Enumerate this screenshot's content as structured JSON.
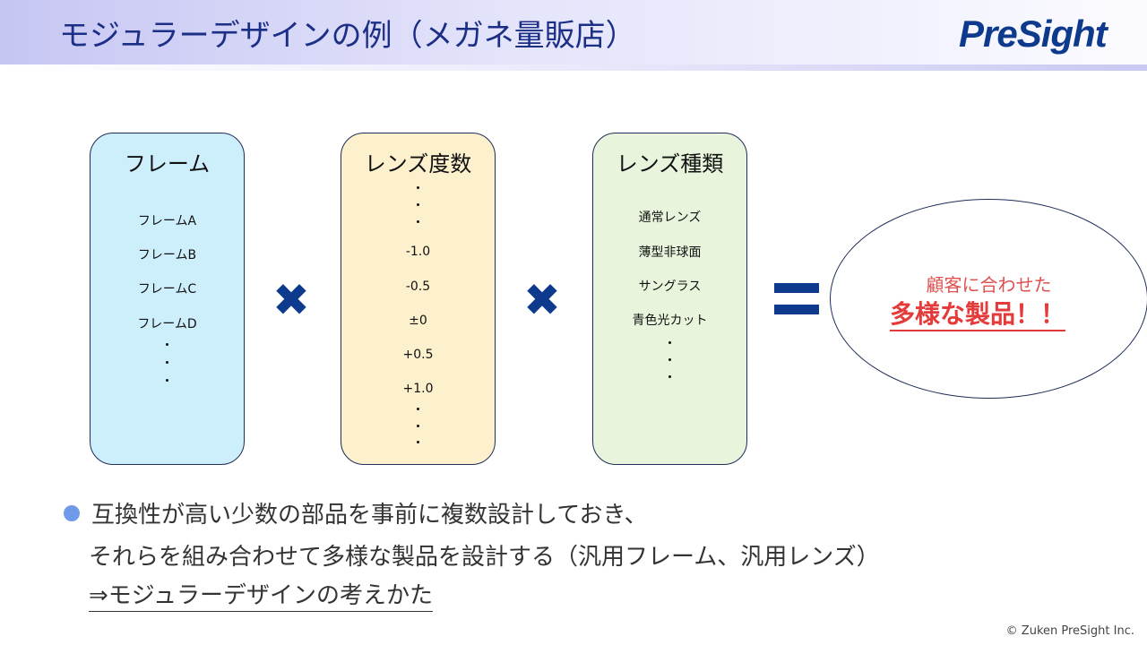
{
  "header": {
    "title": "モジュラーデザインの例（メガネ量販店）",
    "logo": "PreSight"
  },
  "boxes": [
    {
      "title": "フレーム",
      "items": [
        "フレームA",
        "フレームB",
        "フレームC",
        "フレームD"
      ]
    },
    {
      "title": "レンズ度数",
      "items": [
        "-1.0",
        "-0.5",
        "±0",
        "+0.5",
        "+1.0"
      ]
    },
    {
      "title": "レンズ種類",
      "items": [
        "通常レンズ",
        "薄型非球面",
        "サングラス",
        "青色光カット"
      ]
    }
  ],
  "operators": {
    "multiply": "✖",
    "equals": "="
  },
  "result": {
    "line1": "顧客に合わせた",
    "line2": "多様な製品！！"
  },
  "bullet": {
    "line1": "互換性が高い少数の部品を事前に複数設計しておき、",
    "line2": "それらを組み合わせて多様な製品を設計する（汎用フレーム、汎用レンズ）",
    "line3": "⇒モジュラーデザインの考えかた"
  },
  "footer": {
    "copyright": "© Zuken PreSight Inc."
  },
  "colors": {
    "title": "#1c2f86",
    "frame_fill": "#cdeffc",
    "power_fill": "#fdf0cc",
    "type_fill": "#e8f5dc",
    "accent_red": "#e53a3a"
  }
}
